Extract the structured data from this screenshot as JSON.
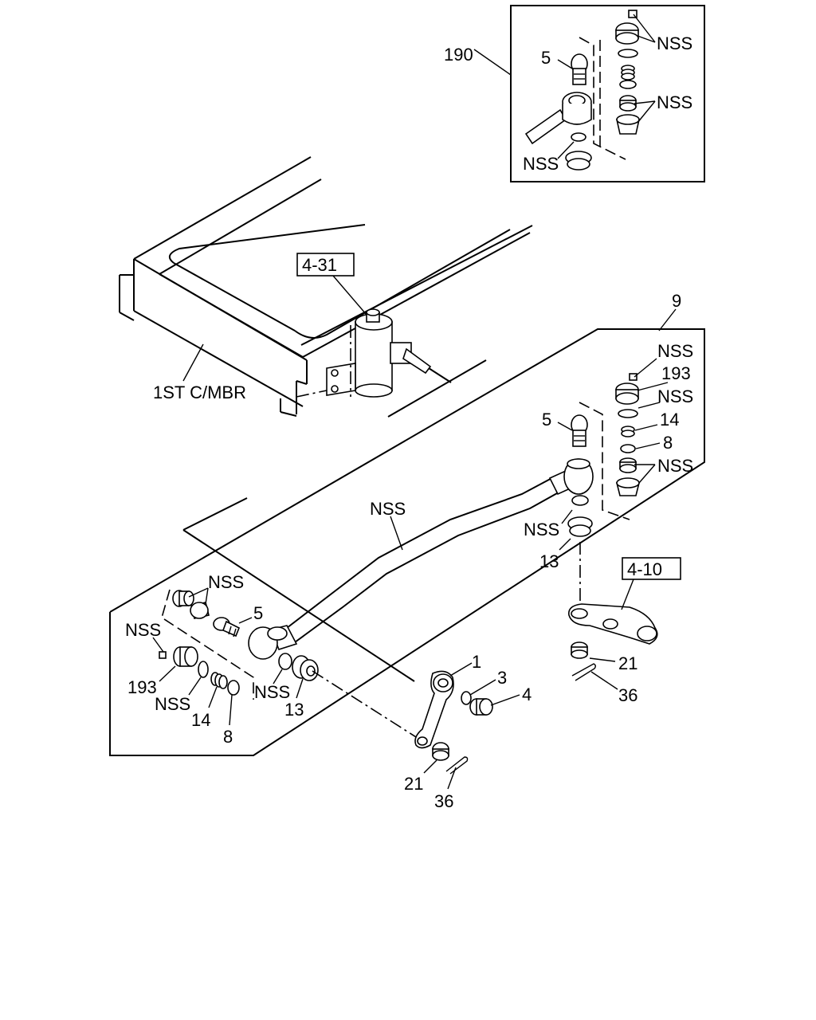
{
  "labels": {
    "l190": "190",
    "l5_inset": "5",
    "nss_inset_a": "NSS",
    "nss_inset_b": "NSS",
    "nss_inset_c": "NSS",
    "ref_4_31": "4-31",
    "frame_label": "1ST C/MBR",
    "l9": "9",
    "nss_r1": "NSS",
    "l193_r": "193",
    "nss_r2": "NSS",
    "l14_r": "14",
    "l8_r": "8",
    "nss_r3": "NSS",
    "l5_r": "5",
    "nss_tube": "NSS",
    "nss_r4": "NSS",
    "l13_r": "13",
    "ref_4_10": "4-10",
    "l21_r": "21",
    "l36_r": "36",
    "nss_l1": "NSS",
    "l5_l": "5",
    "nss_l2": "NSS",
    "l193_l": "193",
    "nss_l3": "NSS",
    "l14_l": "14",
    "l8_l": "8",
    "nss_l4": "NSS",
    "l13_l": "13",
    "l1": "1",
    "l3": "3",
    "l4": "4",
    "l21_l": "21",
    "l36_l": "36"
  }
}
